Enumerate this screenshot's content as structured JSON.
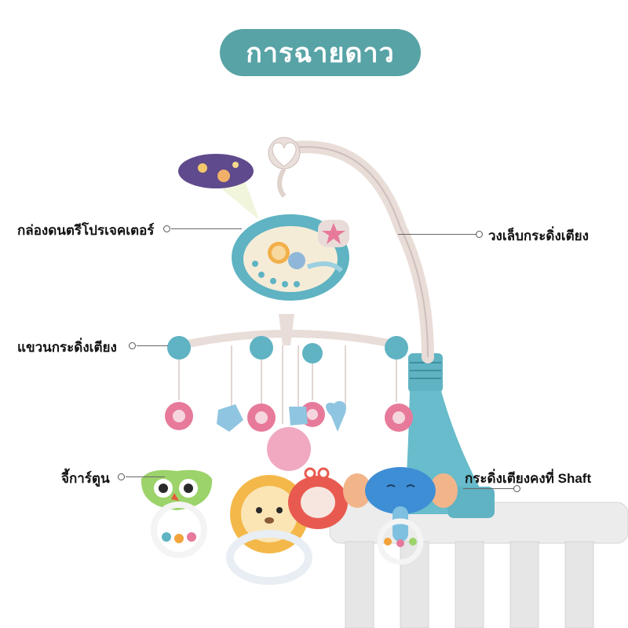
{
  "title": "การฉายดาว",
  "labels": {
    "projector_box": "กล่องดนตรีโปรเจคเตอร์",
    "clamp_arm": "วงเล็บกระดิ่งเตียง",
    "hanger": "แขวนกระดิ่งเตียง",
    "cartoon": "จี้การ์ตูน",
    "shaft": "กระดิ่งเตียงคงที่ Shaft"
  },
  "colors": {
    "accent_teal": "#58a3a6",
    "toy_teal": "#5fb3c2",
    "toy_pink": "#e77a9a",
    "crib_white": "#eeeeee"
  },
  "icons": [
    "heart-icon",
    "star-icon"
  ]
}
